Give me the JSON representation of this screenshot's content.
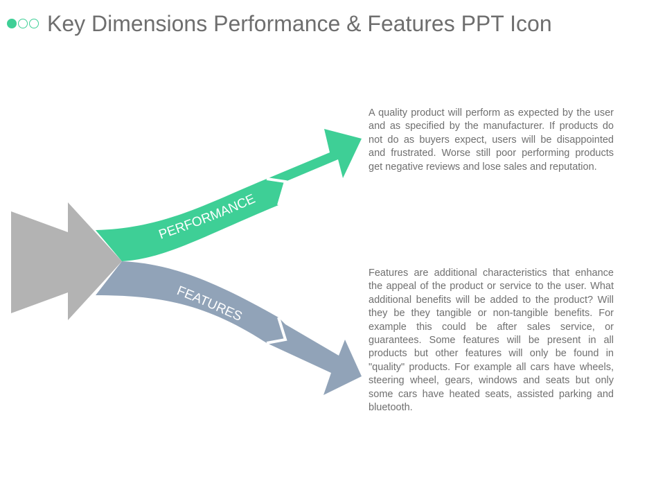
{
  "header": {
    "title": "Key Dimensions Performance & Features PPT Icon",
    "dots": [
      {
        "icon": "filled-circle-icon"
      },
      {
        "icon": "outline-circle-icon"
      },
      {
        "icon": "outline-circle-icon"
      }
    ]
  },
  "colors": {
    "accent": "#3ecf96",
    "performance": "#3ecf96",
    "features": "#91a3b8",
    "source_arrow": "#b3b3b3",
    "title_text": "#6e6e6e",
    "body_text": "#6f6f6f"
  },
  "diagram": {
    "performance_label": "PERFORMANCE",
    "features_label": "FEATURES"
  },
  "descriptions": {
    "performance": "A quality product will perform as expected by the user and as specified by the manufacturer. If products do not do as buyers expect, users will be disappointed and frustrated. Worse still poor performing products get negative reviews and lose sales and reputation.",
    "features": "Features are additional characteristics that enhance the appeal of the product or service to the user. What additional benefits will be added to the product? Will they be they tangible or non-tangible benefits. For example this could be after sales service, or guarantees. Some features will be present in all products but other features will only be found in \"quality\" products. For example all cars have wheels, steering wheel, gears, windows and seats but only some cars have heated seats, assisted parking and bluetooth."
  }
}
